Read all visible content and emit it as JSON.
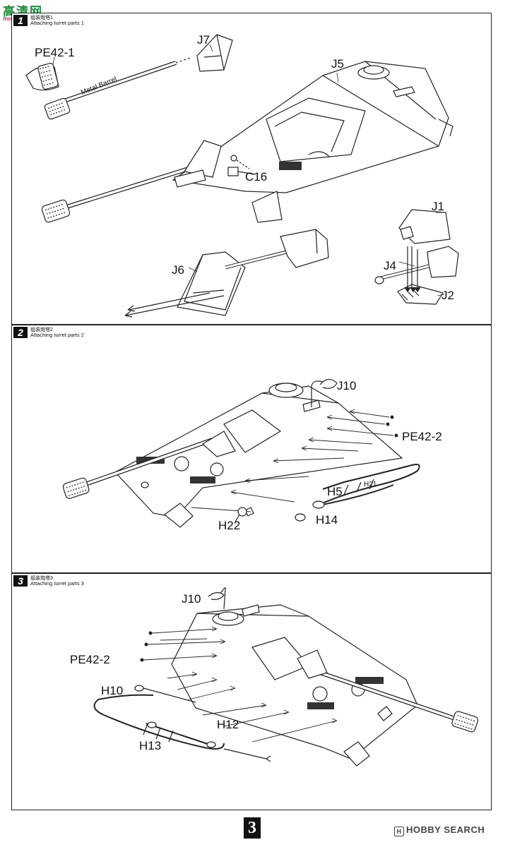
{
  "header": {
    "logo_text": "高清网",
    "logo_url_text": "moe-sing.com"
  },
  "steps": [
    {
      "badge": "1",
      "title_cn": "组装炮塔1",
      "title_en": "Attaching turret parts 1",
      "labels": {
        "pe": "PE42-1",
        "barrel": "Metal Barrel",
        "j7": "J7",
        "j5": "J5",
        "c16": "C16",
        "j1": "J1",
        "j6": "J6",
        "j4": "J4",
        "j2": "J2"
      }
    },
    {
      "badge": "2",
      "title_cn": "组装炮塔2",
      "title_en": "Attaching turret parts 2",
      "labels": {
        "j10": "J10",
        "pe": "PE42-2",
        "h5": "H5",
        "h21": "H21",
        "h14": "H14",
        "h22": "H22"
      }
    },
    {
      "badge": "3",
      "title_cn": "组装炮塔3",
      "title_en": "Attaching turret parts 3",
      "labels": {
        "j10": "J10",
        "pe": "PE42-2",
        "h10": "H10",
        "h12": "H12",
        "h13": "H13"
      }
    }
  ],
  "footer": {
    "page_number": "3",
    "watermark": "HOBBY SEARCH",
    "watermark_icon": "hobbysearch-icon"
  }
}
